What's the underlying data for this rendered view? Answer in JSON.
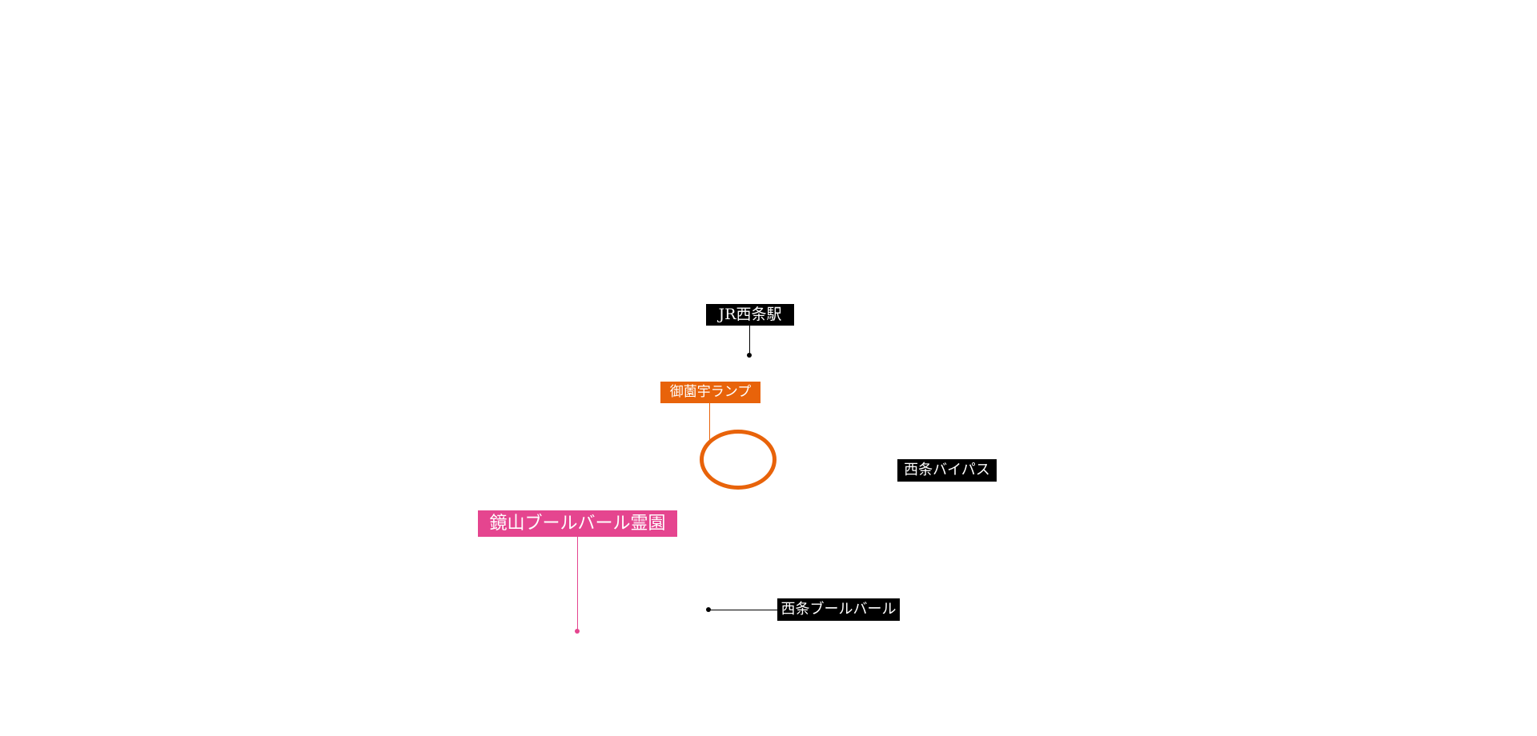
{
  "map": {
    "labels": {
      "jr_saijo_station": "JR西条駅",
      "misonou_ramp": "御薗宇ランプ",
      "saijo_bypass": "西条バイパス",
      "kagamiyama_boulevard_cemetery": "鏡山ブールバール霊園",
      "saijo_boulevard": "西条ブールバール"
    },
    "colors": {
      "black": "#000000",
      "orange": "#e8630a",
      "pink": "#e5458f",
      "white": "#ffffff"
    }
  }
}
